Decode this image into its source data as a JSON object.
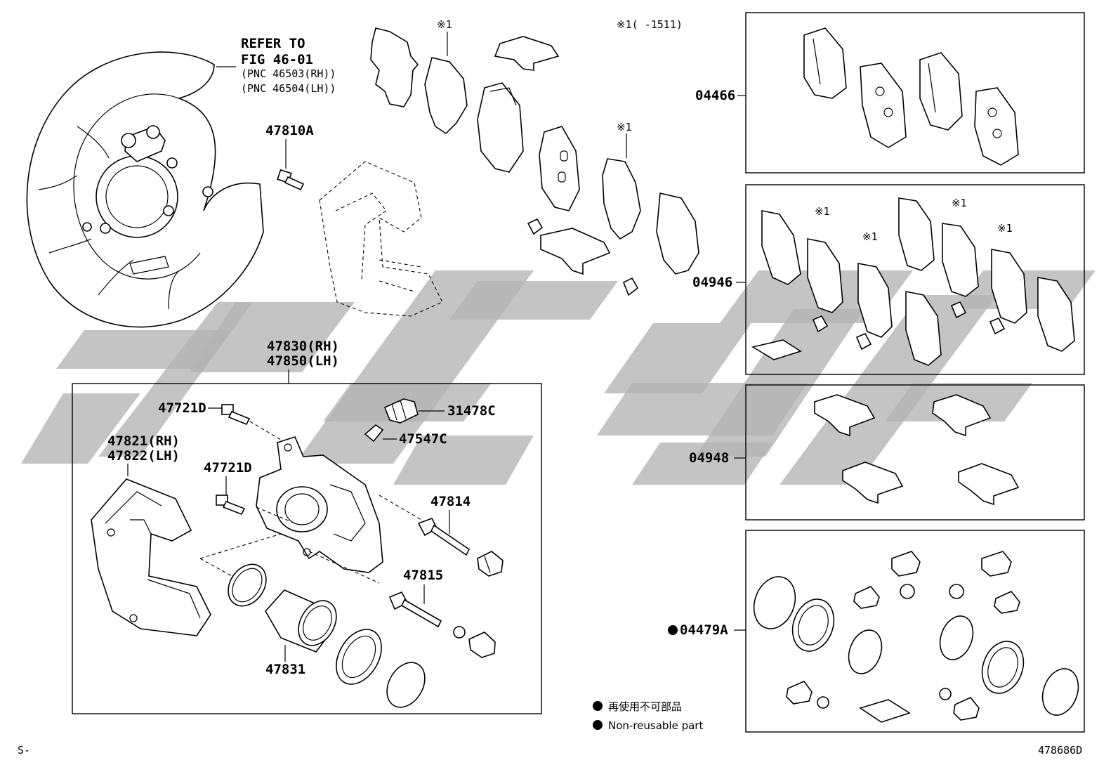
{
  "header": {
    "refer_line1": "REFER TO",
    "refer_line2": "FIG 46-01",
    "refer_pnc_rh": "(PNC 46503(RH))",
    "refer_pnc_lh": "(PNC 46504(LH))",
    "note_mark_1": "※1",
    "range_note": "※1(     -1511)"
  },
  "parts": {
    "p47810A": "47810A",
    "p47830": "47830(RH)",
    "p47850": "47850(LH)",
    "p47721D_a": "47721D",
    "p47721D_b": "47721D",
    "p31478C": "31478C",
    "p47547C": "47547C",
    "p47821": "47821(RH)",
    "p47822": "47822(LH)",
    "p47814": "47814",
    "p47815": "47815",
    "p47831": "47831"
  },
  "kits": {
    "k04466": "04466",
    "k04946": "04946",
    "k04948": "04948",
    "k04479A": "04479A"
  },
  "legend": {
    "jp": "再使用不可部品",
    "en": "Non-reusable part"
  },
  "footer": {
    "left": "S-",
    "right": "478686D"
  }
}
